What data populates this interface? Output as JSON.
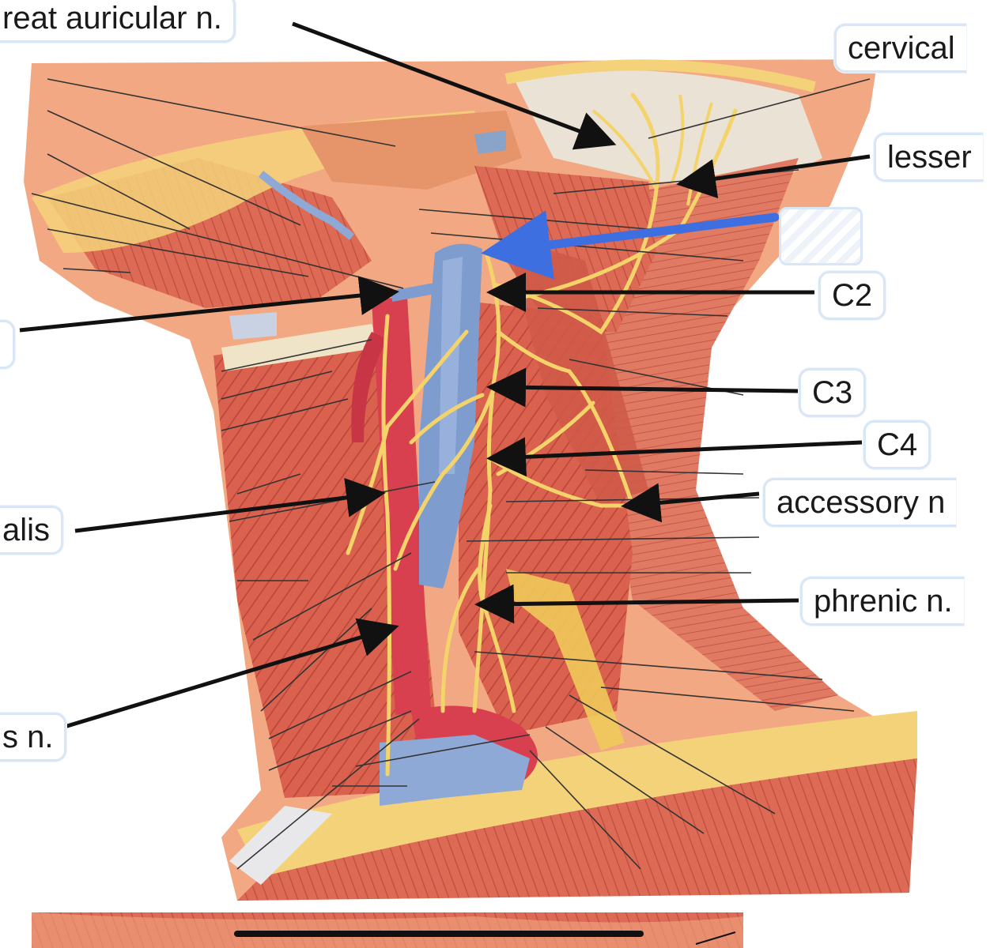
{
  "labels": {
    "great_auricular": "reat auricular n.",
    "cervical": "cervical",
    "lesser": "lesser",
    "c2": "C2",
    "c3": "C3",
    "c4": "C4",
    "accessory": "accessory n",
    "phrenic": "phrenic n.",
    "left_partial": ".",
    "alis": "alis",
    "s_n": "s n."
  },
  "colors": {
    "skin": "#f0a07a",
    "muscle": "#d9614e",
    "muscle_dark": "#b9443a",
    "vein": "#7f9ccf",
    "artery": "#d8404f",
    "nerve": "#f3d36a",
    "fat": "#f4d27a",
    "arrow": "#111111",
    "highlight_arrow": "#3e6fe0"
  }
}
